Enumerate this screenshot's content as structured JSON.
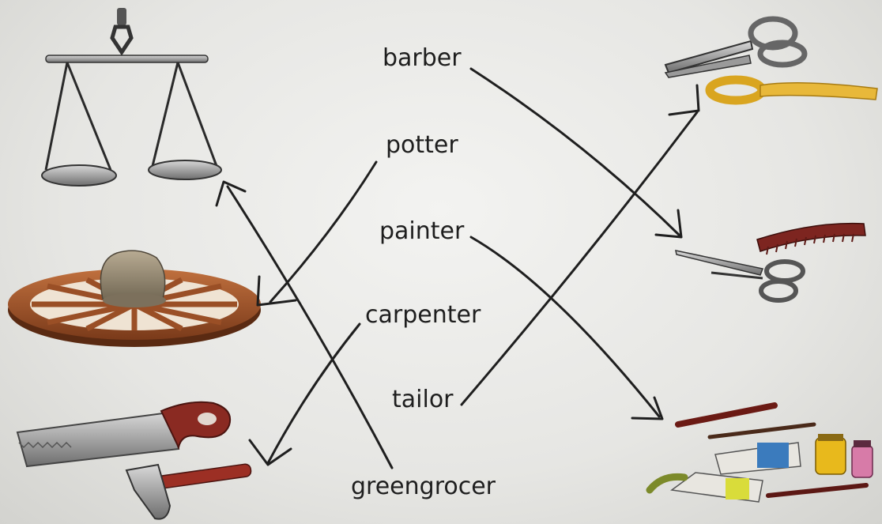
{
  "words": [
    "barber",
    "potter",
    "painter",
    "carpenter",
    "tailor",
    "greengrocer"
  ],
  "pictures": [
    "scales",
    "potters-wheel",
    "saw-and-hammer",
    "scissors-and-tape-measure",
    "scissors-and-comb",
    "brushes-and-paints"
  ],
  "matches": [
    {
      "word": "barber",
      "picture": "scissors-and-comb"
    },
    {
      "word": "potter",
      "picture": "potters-wheel"
    },
    {
      "word": "painter",
      "picture": "brushes-and-paints"
    },
    {
      "word": "carpenter",
      "picture": "saw-and-hammer"
    },
    {
      "word": "tailor",
      "picture": "scissors-and-tape-measure"
    },
    {
      "word": "greengrocer",
      "picture": "scales"
    }
  ]
}
